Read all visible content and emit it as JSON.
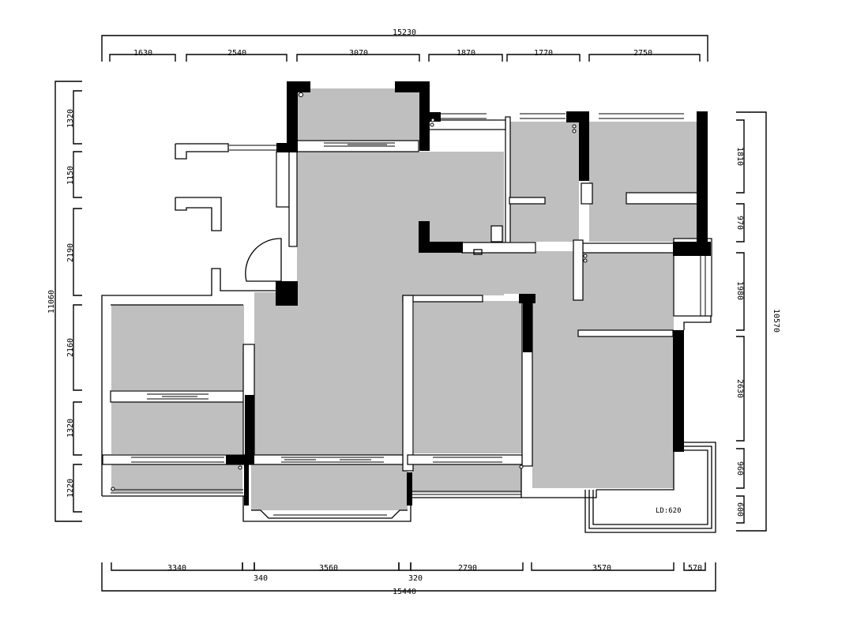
{
  "dimensions": {
    "top_total": "15230",
    "top_segments": [
      "1630",
      "2540",
      "3070",
      "1870",
      "1770",
      "2750"
    ],
    "bottom_total": "15440",
    "bottom_segments": [
      "3340",
      "340",
      "3560",
      "320",
      "2790",
      "3570",
      "570"
    ],
    "left_total": "11060",
    "left_segments": [
      "1320",
      "1150",
      "2190",
      "2160",
      "1320",
      "1220"
    ],
    "right_total": "10570",
    "right_segments": [
      "1810",
      "970",
      "1980",
      "2630",
      "960",
      "600"
    ]
  },
  "annotations": {
    "balcony_depth": "LD:620"
  }
}
